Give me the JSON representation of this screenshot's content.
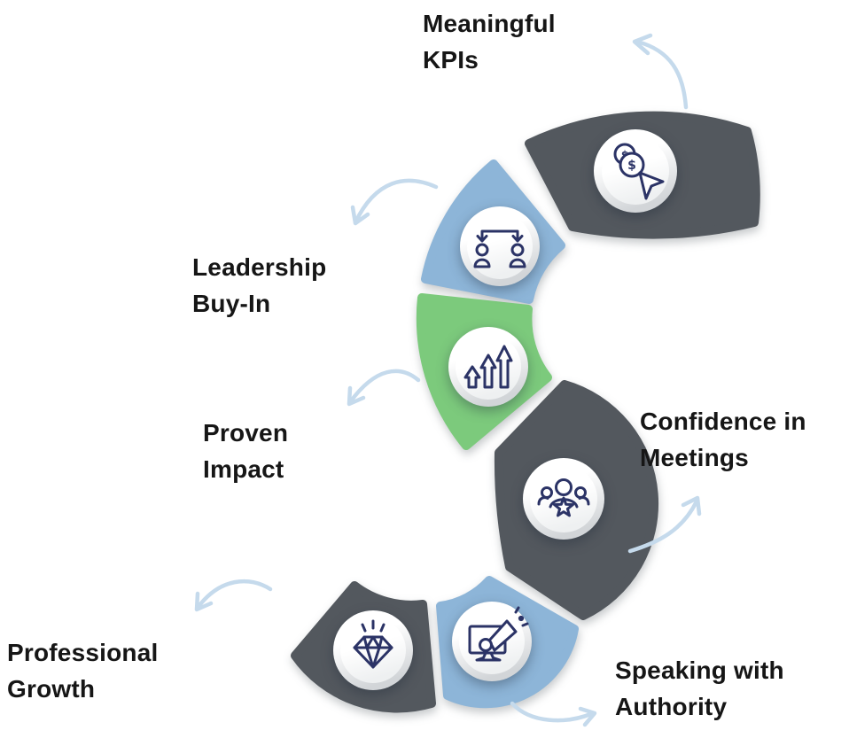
{
  "diagram": {
    "currency_symbol": "$",
    "steps": [
      {
        "label": "Meaningful\nKPIs",
        "icon": "money-click-icon",
        "color": "#53585e"
      },
      {
        "label": "Leadership\nBuy-In",
        "icon": "delegation-people-icon",
        "color": "#8db5d8"
      },
      {
        "label": "Proven\nImpact",
        "icon": "growth-arrows-icon",
        "color": "#7cca7c"
      },
      {
        "label": "Confidence in\nMeetings",
        "icon": "team-star-icon",
        "color": "#53585e"
      },
      {
        "label": "Professional\nGrowth",
        "icon": "diamond-icon",
        "color": "#53585e"
      },
      {
        "label": "Speaking with\nAuthority",
        "icon": "monitor-megaphone-icon",
        "color": "#8db5d8"
      }
    ],
    "colors": {
      "dark": "#53585e",
      "blue": "#8db5d8",
      "green": "#7cca7c",
      "icon_stroke": "#2b3366",
      "arrow": "#c5daec",
      "text": "#161616",
      "background": "#ffffff",
      "disc_face": "#ffffff"
    }
  }
}
